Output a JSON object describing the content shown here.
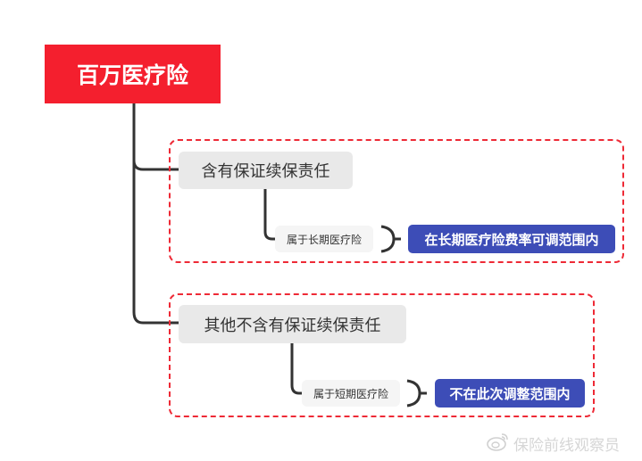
{
  "root": {
    "label": "百万医疗险"
  },
  "branches": [
    {
      "label": "含有保证续保责任",
      "sub": "属于长期医疗险",
      "result": "在长期医疗险费率可调范围内"
    },
    {
      "label": "其他不含有保证续保责任",
      "sub": "属于短期医疗险",
      "result": "不在此次调整范围内"
    }
  ],
  "watermark": {
    "text": "保险前线观察员",
    "icon": "weibo-icon"
  },
  "colors": {
    "root": "#f41f2e",
    "tag": "#3d4db7",
    "dashed_border": "#ee2a36"
  }
}
